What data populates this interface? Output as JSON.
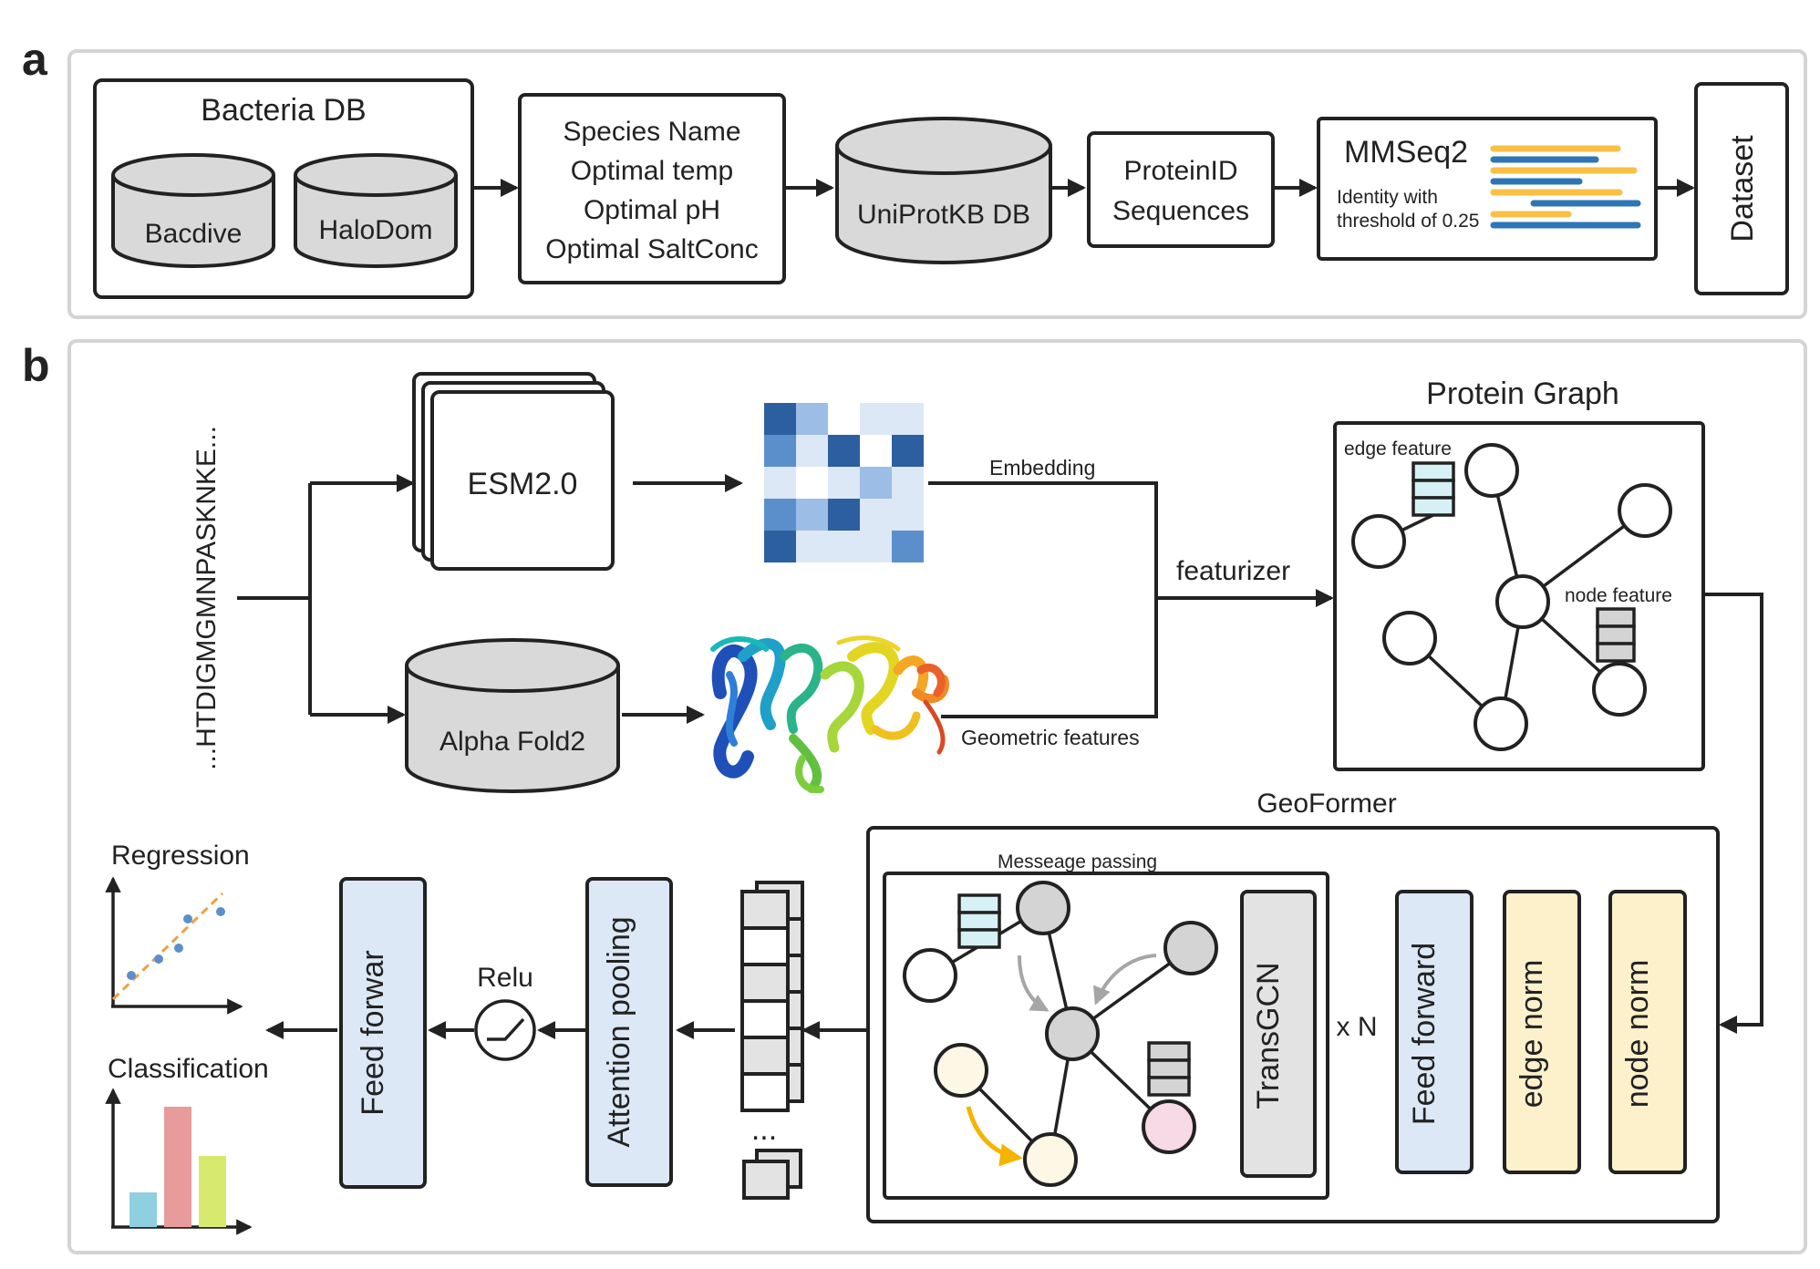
{
  "panel_a": {
    "letter": "a",
    "bacteria_db": {
      "title": "Bacteria DB",
      "sources": [
        "Bacdive",
        "HaloDom"
      ]
    },
    "species_fields": [
      "Species Name",
      "Optimal temp",
      "Optimal pH",
      "Optimal SaltConc"
    ],
    "uniprot": "UniProtKB DB",
    "protein_fields": [
      "ProteinID",
      "Sequences"
    ],
    "mmseq": {
      "title": "MMSeq2",
      "note_line1": "Identity with",
      "note_line2": "threshold of 0.25"
    },
    "dataset": "Dataset"
  },
  "panel_b": {
    "letter": "b",
    "sequence": "...HTDIGMGMNPASKNKE...",
    "esm": "ESM2.0",
    "alphafold": "Alpha Fold2",
    "embedding_label": "Embedding",
    "geometric_label": "Geometric features",
    "featurizer": "featurizer",
    "protein_graph": {
      "title": "Protein Graph",
      "edge_feature": "edge feature",
      "node_feature": "node feature"
    },
    "geoformer": {
      "title": "GeoFormer",
      "message_passing": "Messeage passing",
      "transgcn": "TransGCN",
      "repeat": "x N",
      "blocks": [
        "Feed forward",
        "edge norm",
        "node norm"
      ]
    },
    "ellipsis": "...",
    "attention_pooling": "Attention pooling",
    "relu": "Relu",
    "feed_forward_out": "Feed forwar",
    "outputs": {
      "regression": "Regression",
      "classification": "Classification"
    }
  },
  "colors": {
    "embedding_heatmap": [
      "#2c5fa0",
      "#5b8fcc",
      "#9cbde6",
      "#dce8f5",
      "#ffffff"
    ],
    "mmseq_bars": [
      "#f9c045",
      "#2e75b6"
    ],
    "classification_bars": [
      "#8ecfe0",
      "#e79b9b",
      "#d7ea6e"
    ],
    "regression_points": "#5b8fcc",
    "regression_line": "#f0a048",
    "message_arrow_grey": "#a6a6a6",
    "message_arrow_yellow": "#f5b400"
  }
}
